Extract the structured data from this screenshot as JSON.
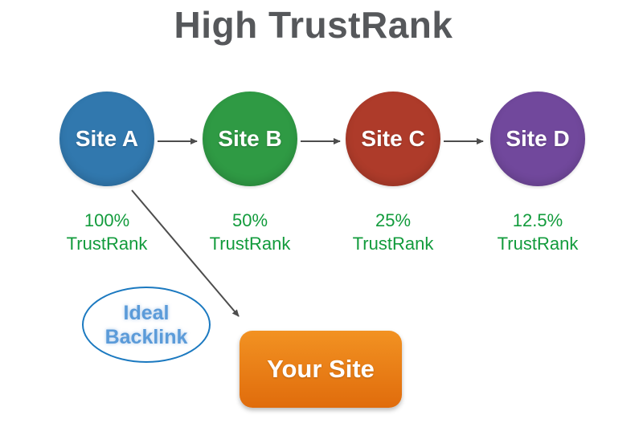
{
  "title": "High TrustRank",
  "sites": [
    {
      "label": "Site A",
      "color": "#3178ae",
      "trust_percent": "100%",
      "trust_label": "TrustRank"
    },
    {
      "label": "Site B",
      "color": "#2f9a44",
      "trust_percent": "50%",
      "trust_label": "TrustRank"
    },
    {
      "label": "Site C",
      "color": "#ae3b2a",
      "trust_percent": "25%",
      "trust_label": "TrustRank"
    },
    {
      "label": "Site D",
      "color": "#71489c",
      "trust_percent": "12.5%",
      "trust_label": "TrustRank"
    }
  ],
  "ideal_backlink": {
    "line1": "Ideal",
    "line2": "Backlink",
    "text_color": "#5b9bd9",
    "outline_color": "#1b79c0"
  },
  "your_site": {
    "label": "Your Site",
    "gradient_top": "#f29222",
    "gradient_bottom": "#e06c0c"
  },
  "arrows": {
    "color": "#4d4d4d",
    "links": [
      "Site A to Site B",
      "Site B to Site C",
      "Site C to Site D",
      "Site A to Your Site"
    ]
  },
  "text_colors": {
    "title": "#56585b",
    "trust_text": "#129b3c",
    "circle_text": "#ffffff",
    "your_site_text": "#ffffff"
  }
}
